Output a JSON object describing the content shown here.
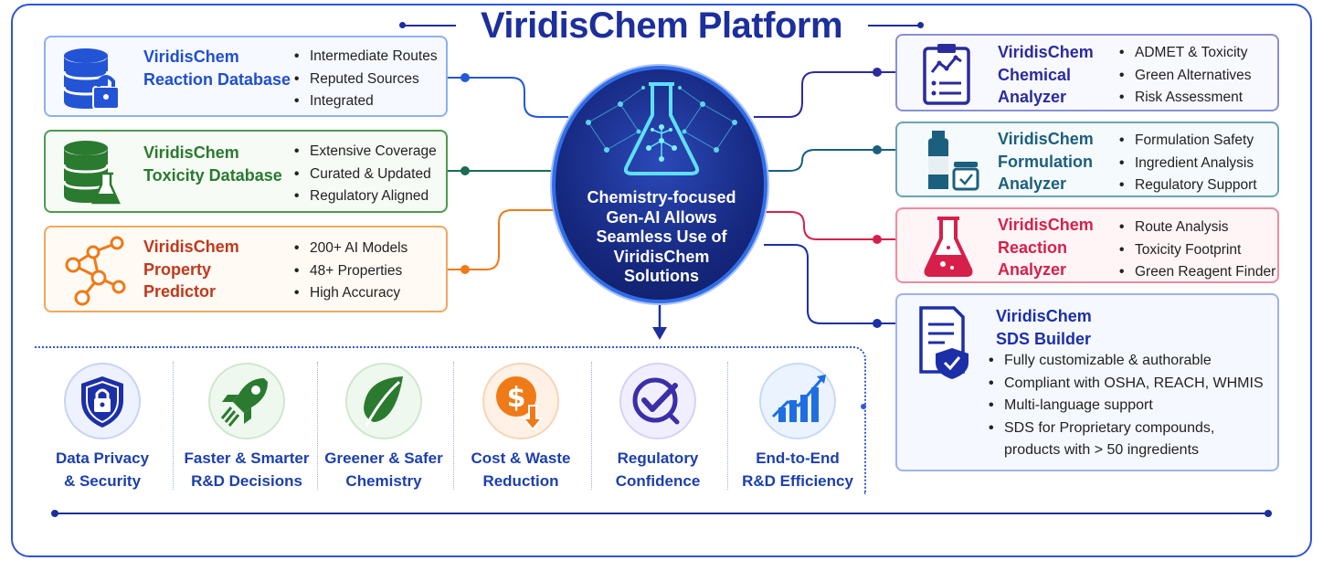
{
  "title": "ViridisChem Platform",
  "hub": {
    "text": "Chemistry-focused Gen-AI Allows Seamless Use of ViridisChem Solutions"
  },
  "left_cards": [
    {
      "title_line1": "ViridisChem",
      "title_line2": "Reaction Database",
      "title_line3": "",
      "color": "#1f4fcf",
      "icon": "database-lock-icon",
      "bullets": [
        "Intermediate Routes",
        "Reputed Sources",
        "Integrated"
      ]
    },
    {
      "title_line1": "ViridisChem",
      "title_line2": "Toxicity Database",
      "title_line3": "",
      "color": "#2a7a2f",
      "icon": "database-flask-icon",
      "bullets": [
        "Extensive Coverage",
        "Curated & Updated",
        "Regulatory Aligned"
      ]
    },
    {
      "title_line1": "ViridisChem",
      "title_line2": "Property",
      "title_line3": "Predictor",
      "color": "#d65413",
      "icon": "molecule-icon",
      "bullets": [
        "200+ AI Models",
        "48+ Properties",
        "High Accuracy"
      ]
    }
  ],
  "right_cards": [
    {
      "title_line1": "ViridisChem",
      "title_line2": "Chemical",
      "title_line3": "Analyzer",
      "color": "#2b2b9e",
      "icon": "clipboard-chart-icon",
      "bullets": [
        "ADMET & Toxicity",
        "Green Alternatives",
        "Risk Assessment"
      ]
    },
    {
      "title_line1": "ViridisChem",
      "title_line2": "Formulation",
      "title_line3": "Analyzer",
      "color": "#1b5f7e",
      "icon": "bottle-jar-icon",
      "bullets": [
        "Formulation Safety",
        "Ingredient Analysis",
        "Regulatory Support"
      ]
    },
    {
      "title_line1": "ViridisChem",
      "title_line2": "Reaction",
      "title_line3": "Analyzer",
      "color": "#d6204b",
      "icon": "flask-icon",
      "bullets": [
        "Route Analysis",
        "Toxicity Footprint",
        "Green Reagent Finder"
      ]
    }
  ],
  "sds_card": {
    "title_line1": "ViridisChem",
    "title_line2": "SDS Builder",
    "color": "#1c2fa8",
    "icon": "document-shield-icon",
    "bullets": [
      "Fully customizable & authorable",
      "Compliant with OSHA, REACH, WHMIS",
      "Multi-language support",
      "SDS for Proprietary compounds,"
    ],
    "bullet_continuation": "products with > 50 ingredients"
  },
  "benefits": [
    {
      "line1": "Data Privacy",
      "line2": "& Security",
      "icon": "shield-lock-icon"
    },
    {
      "line1": "Faster & Smarter",
      "line2": "R&D Decisions",
      "icon": "rocket-icon"
    },
    {
      "line1": "Greener & Safer",
      "line2": "Chemistry",
      "icon": "leaf-icon"
    },
    {
      "line1": "Cost & Waste",
      "line2": "Reduction",
      "icon": "dollar-down-icon"
    },
    {
      "line1": "Regulatory",
      "line2": "Confidence",
      "icon": "check-circle-icon"
    },
    {
      "line1": "End-to-End",
      "line2": "R&D Efficiency",
      "icon": "growth-chart-icon"
    }
  ]
}
